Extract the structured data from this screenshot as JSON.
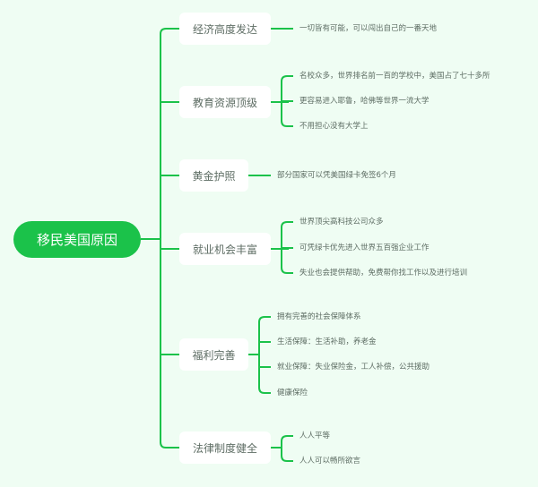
{
  "root": "移民美国原因",
  "colors": {
    "accent": "#1bc24a",
    "background": "#effdf3",
    "text": "#5e6d64"
  },
  "branches": [
    {
      "label": "经济高度发达",
      "leaves": [
        "一切皆有可能，可以闯出自己的一番天地"
      ]
    },
    {
      "label": "教育资源顶级",
      "leaves": [
        "名校众多，世界排名前一百的学校中，美国占了七十多所",
        "更容易进入耶鲁，哈佛等世界一流大学",
        "不用担心没有大学上"
      ]
    },
    {
      "label": "黄金护照",
      "leaves": [
        "部分国家可以凭美国绿卡免签6个月"
      ]
    },
    {
      "label": "就业机会丰富",
      "leaves": [
        "世界顶尖高科技公司众多",
        "可凭绿卡优先进入世界五百强企业工作",
        "失业也会提供帮助，免费帮你找工作以及进行培训"
      ]
    },
    {
      "label": "福利完善",
      "leaves": [
        "拥有完善的社会保障体系",
        "生活保障：生活补助，养老金",
        "就业保障：失业保险金，工人补偿，公共援助",
        "健康保险"
      ]
    },
    {
      "label": "法律制度健全",
      "leaves": [
        "人人平等",
        "人人可以畅所欲言"
      ]
    }
  ]
}
